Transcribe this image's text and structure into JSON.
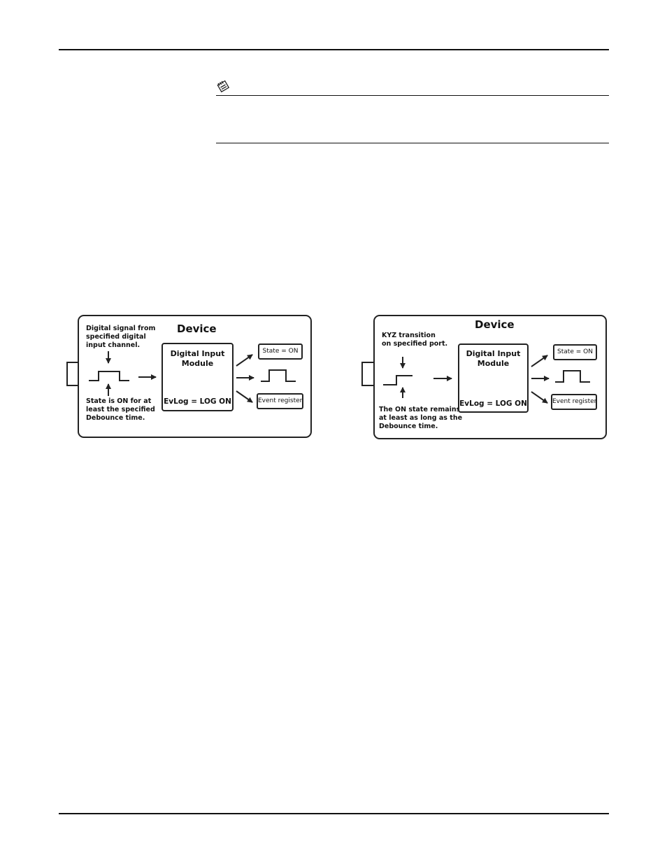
{
  "diagram_left": {
    "device_title": "Device",
    "signal_label": "Digital signal from\nspecified digital\ninput channel.",
    "state_label": "State is ON for at\nleast the  specified\nDebounce time.",
    "module_title": "Digital Input\nModule",
    "evlog_text": "EvLog = LOG ON",
    "state_box": "State = ON",
    "event_box": "Event register"
  },
  "diagram_right": {
    "device_title": "Device",
    "signal_label": "KYZ transition\non specified port.",
    "state_label": "The ON state remains\nat least as long as the\nDebounce time.",
    "module_title": "Digital Input\nModule",
    "evlog_text": "EvLog = LOG ON",
    "state_box": "State = ON",
    "event_box": "Event register"
  },
  "icons": {
    "note": "note-pad-icon"
  }
}
